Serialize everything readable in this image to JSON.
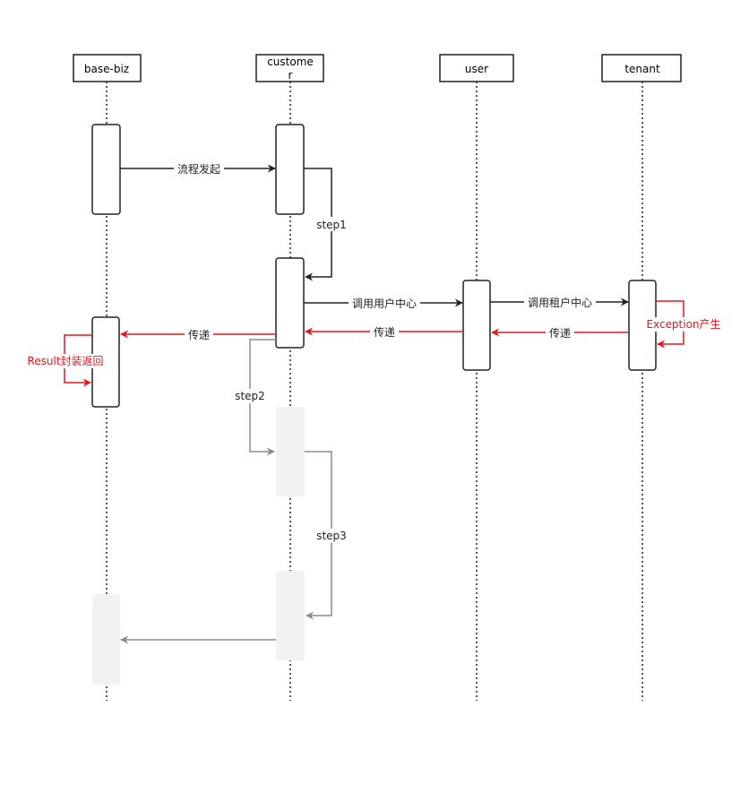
{
  "participants": [
    {
      "id": "base-biz",
      "lines": [
        "base-biz"
      ]
    },
    {
      "id": "customer",
      "lines": [
        "custome",
        "r"
      ]
    },
    {
      "id": "user",
      "lines": [
        "user"
      ]
    },
    {
      "id": "tenant",
      "lines": [
        "tenant"
      ]
    }
  ],
  "messages": {
    "initiate": "流程发起",
    "step1": "step1",
    "call_user_center": "调用用户中心",
    "call_tenant_center": "调用租户中心",
    "pass_to_base": "传递",
    "pass_to_customer": "传递",
    "pass_to_user": "传递",
    "exception": "Exception产生",
    "result_wrap": "Result封装返回",
    "step2": "step2",
    "step3": "step3"
  },
  "colors": {
    "line": "#222222",
    "error": "#e8141e",
    "faded_line": "#8c8c8c",
    "faded_box": "#f2f2f2"
  }
}
